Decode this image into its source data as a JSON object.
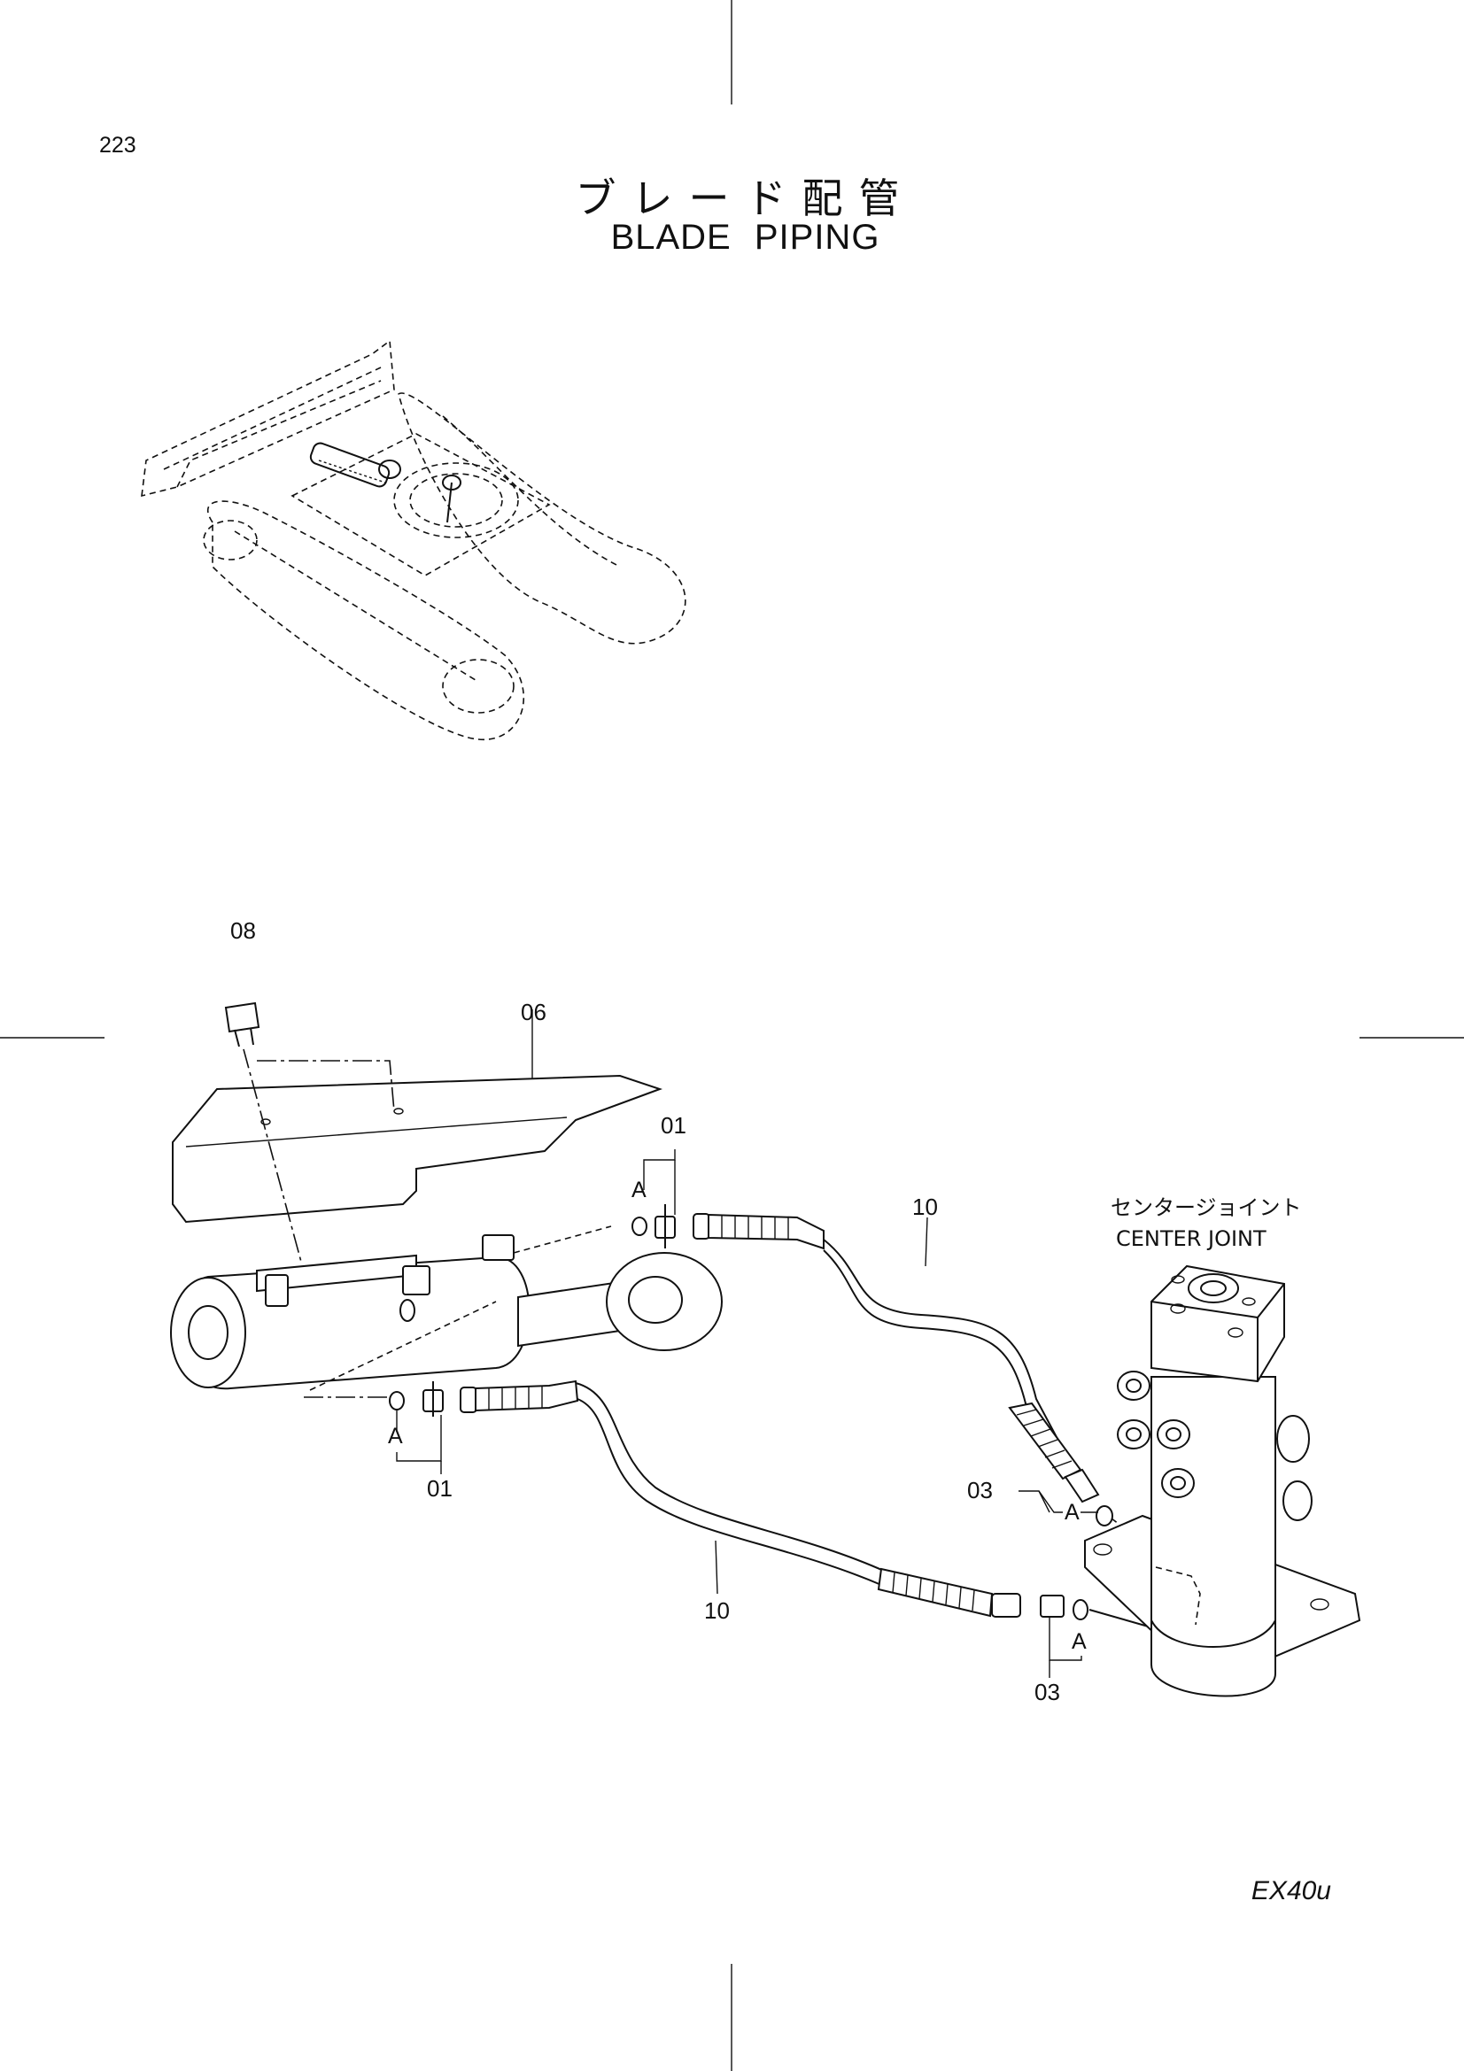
{
  "page_number": "223",
  "title_ja": "ブレード配管",
  "title_en": "BLADE PIPING",
  "model": "EX40u",
  "center_joint": {
    "label_ja": "センタージョイント",
    "label_en": "CENTER JOINT"
  },
  "callouts": {
    "c08": "08",
    "c06": "06",
    "c01_top": "01",
    "c01_bottom": "01",
    "c10_top": "10",
    "c10_bottom": "10",
    "c03_right": "03",
    "c03_bottom": "03",
    "a1": "A",
    "a2": "A",
    "a3": "A",
    "a4": "A"
  }
}
